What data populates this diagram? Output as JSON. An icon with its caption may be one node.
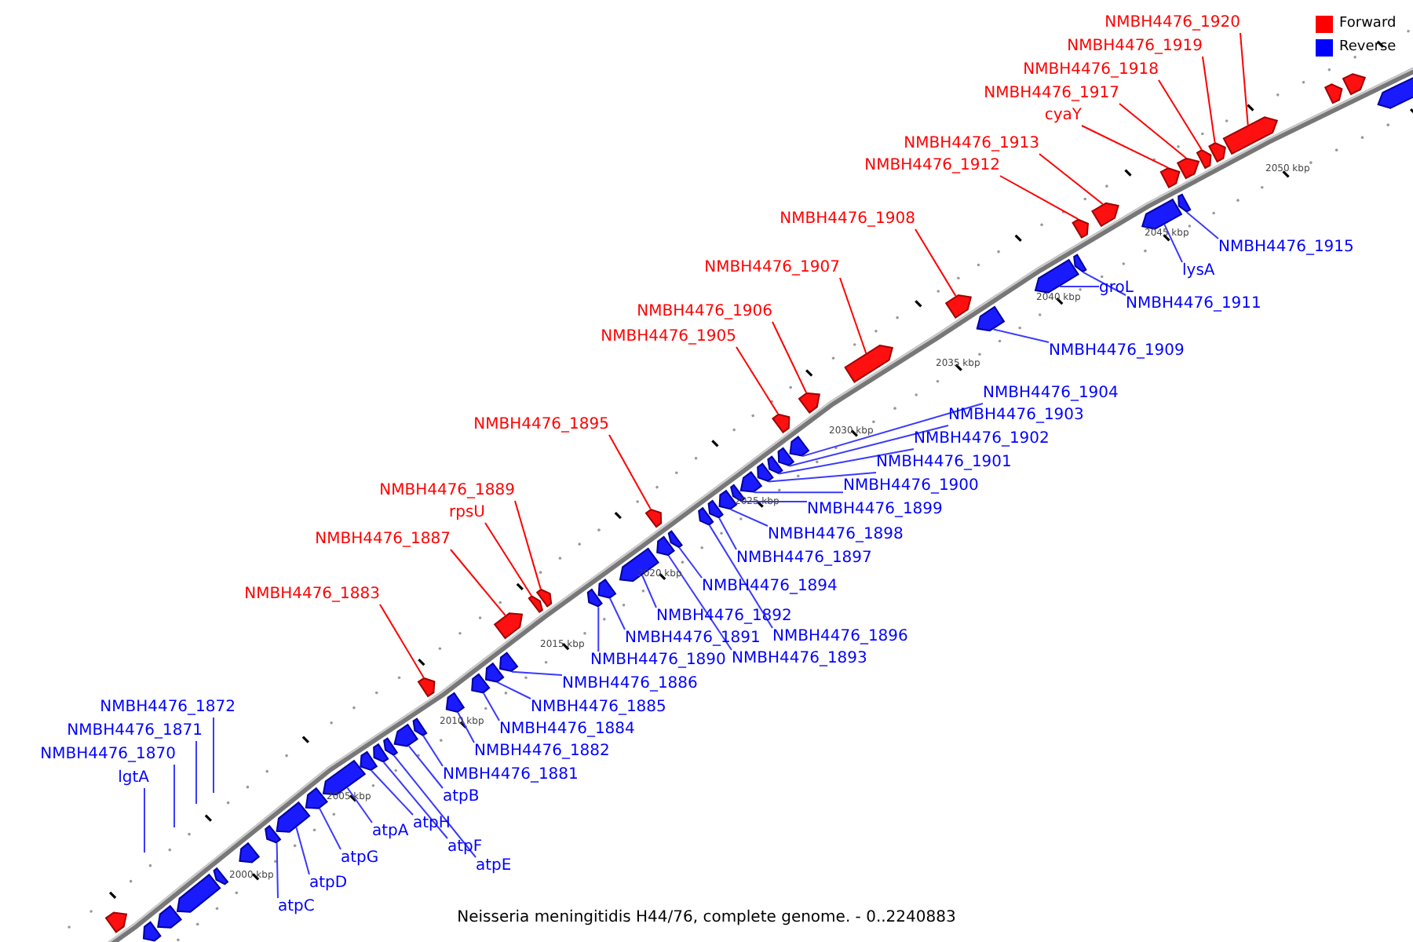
{
  "diagram": {
    "caption": "Neisseria meningitidis H44/76, complete genome. - 0..2240883",
    "nodes": [
      {
        "text": [
          "NMBH4476_1920"
        ]
      },
      {
        "text": [
          "NMBH4476_1919"
        ]
      },
      {
        "text": [
          "NMBH4476_1918"
        ]
      },
      {
        "text": [
          "NMBH4476_1917"
        ]
      },
      {
        "text": [
          "cyaY"
        ]
      },
      {
        "text": [
          "NMBH4476_1913"
        ]
      },
      {
        "text": [
          "NMBH4476_1912"
        ]
      },
      {
        "text": [
          "NMBH4476_1908"
        ]
      },
      {
        "text": [
          "NMBH4476_1915"
        ]
      },
      {
        "text": [
          "lysA"
        ]
      },
      {
        "text": [
          "NMBH4476_1907"
        ]
      },
      {
        "text": [
          "groL"
        ]
      },
      {
        "text": [
          "NMBH4476_1911"
        ]
      },
      {
        "text": [
          "NMBH4476_1906"
        ]
      },
      {
        "text": [
          "NMBH4476_1905"
        ]
      },
      {
        "text": [
          "NMBH4476_1909"
        ]
      },
      {
        "text": [
          "NMBH4476_1904"
        ]
      },
      {
        "text": [
          "NMBH4476_1903"
        ]
      },
      {
        "text": [
          "NMBH4476_1895"
        ]
      },
      {
        "text": [
          "NMBH4476_1902"
        ]
      },
      {
        "text": [
          "NMBH4476_1901"
        ]
      },
      {
        "text": [
          "NMBH4476_1900"
        ]
      },
      {
        "text": [
          "NMBH4476_1889"
        ]
      },
      {
        "text": [
          "NMBH4476_1899"
        ]
      },
      {
        "text": [
          "rpsU"
        ]
      },
      {
        "text": [
          "NMBH4476_1898"
        ]
      },
      {
        "text": [
          "NMBH4476_1887"
        ]
      },
      {
        "text": [
          "NMBH4476_1897"
        ]
      },
      {
        "text": [
          "NMBH4476_1894"
        ]
      },
      {
        "text": [
          "NMBH4476_1883"
        ]
      },
      {
        "text": [
          "NMBH4476_1892"
        ]
      },
      {
        "text": [
          "NMBH4476_1896"
        ]
      },
      {
        "text": [
          "NMBH4476_1891"
        ]
      },
      {
        "text": [
          "NMBH4476_1893"
        ]
      },
      {
        "text": [
          "NMBH4476_1890"
        ]
      },
      {
        "text": [
          "NMBH4476_1886"
        ]
      },
      {
        "text": [
          "NMBH4476_1885"
        ]
      },
      {
        "text": [
          "NMBH4476_1872"
        ]
      },
      {
        "text": [
          "NMBH4476_1884"
        ]
      },
      {
        "text": [
          "NMBH4476_1871"
        ]
      },
      {
        "text": [
          "NMBH4476_1882"
        ]
      },
      {
        "text": [
          "NMBH4476_1870"
        ]
      },
      {
        "text": [
          "NMBH4476_1881"
        ]
      },
      {
        "text": [
          "lgtA"
        ]
      },
      {
        "text": [
          "atpB"
        ]
      },
      {
        "text": [
          "atpH"
        ]
      },
      {
        "text": [
          "atpA"
        ]
      },
      {
        "text": [
          "atpF"
        ]
      },
      {
        "text": [
          "atpG"
        ]
      },
      {
        "text": [
          "atpE"
        ]
      },
      {
        "text": [
          "atpD"
        ]
      },
      {
        "text": [
          "atpC"
        ]
      },
      {
        "text": [],
        "shape": "pentagon"
      },
      {
        "text": [],
        "shape": "pentagon"
      },
      {
        "text": [],
        "shape": "pentagon"
      },
      {
        "text": [],
        "shape": "pentagon"
      },
      {
        "text": [],
        "shape": "pentagon"
      },
      {
        "text": [],
        "shape": "pentagon"
      },
      {
        "text": [],
        "shape": "pentagon"
      },
      {
        "text": [],
        "shape": "pentagon"
      },
      {
        "text": [],
        "shape": "pentagon"
      },
      {
        "text": [],
        "shape": "pentagon"
      },
      {
        "text": [],
        "shape": "pentagon"
      },
      {
        "text": [],
        "shape": "pentagon"
      },
      {
        "text": [],
        "shape": "pentagon"
      },
      {
        "text": [],
        "shape": "pentagon"
      },
      {
        "text": [],
        "shape": "pentagon"
      },
      {
        "text": [],
        "shape": "pentagon"
      },
      {
        "text": [],
        "shape": "pentagon"
      },
      {
        "text": [],
        "shape": "pentagon"
      },
      {
        "text": [],
        "shape": "pentagon"
      },
      {
        "text": [],
        "shape": "pentagon"
      },
      {
        "text": [],
        "shape": "pentagon"
      },
      {
        "text": [],
        "shape": "pentagon"
      },
      {
        "text": [],
        "shape": "pentagon"
      },
      {
        "text": [],
        "shape": "pentagon"
      },
      {
        "text": [],
        "shape": "pentagon"
      },
      {
        "text": [],
        "shape": "pentagon"
      },
      {
        "text": [],
        "shape": "pentagon"
      },
      {
        "text": [],
        "shape": "pentagon"
      },
      {
        "text": [],
        "shape": "pentagon"
      },
      {
        "text": [],
        "shape": "pentagon"
      },
      {
        "text": [],
        "shape": "pentagon"
      },
      {
        "text": [],
        "shape": "pentagon"
      },
      {
        "text": [],
        "shape": "pentagon"
      },
      {
        "text": [],
        "shape": "pentagon"
      },
      {
        "text": [],
        "shape": "pentagon"
      },
      {
        "text": [],
        "shape": "pentagon"
      },
      {
        "text": [],
        "shape": "pentagon"
      },
      {
        "text": [],
        "shape": "pentagon"
      },
      {
        "text": [],
        "shape": "pentagon"
      },
      {
        "text": [],
        "shape": "pentagon"
      },
      {
        "text": [],
        "shape": "pentagon"
      },
      {
        "text": [],
        "shape": "pentagon"
      },
      {
        "text": [],
        "shape": "pentagon"
      },
      {
        "text": [],
        "shape": "pentagon"
      },
      {
        "text": [],
        "shape": "pentagon"
      },
      {
        "text": [],
        "shape": "pentagon"
      },
      {
        "text": [],
        "shape": "pentagon"
      },
      {
        "text": [],
        "shape": "pentagon"
      },
      {
        "text": [],
        "shape": "pentagon"
      },
      {
        "text": [],
        "shape": "pentagon"
      },
      {
        "text": [],
        "shape": "pentagon"
      },
      {
        "text": [],
        "shape": "pentagon"
      },
      {
        "text": [],
        "shape": "pentagon"
      },
      {
        "text": [],
        "shape": "pentagon"
      },
      {
        "text": [],
        "shape": "pentagon"
      },
      {
        "text": [],
        "shape": "pentagon"
      },
      {
        "text": [],
        "shape": "pentagon"
      }
    ],
    "edges": [
      {
        "from": 0,
        "to": 105,
        "arrow": "none",
        "color": "#ff0000"
      },
      {
        "from": 1,
        "to": 104,
        "arrow": "none",
        "color": "#ff0000"
      },
      {
        "from": 2,
        "to": 103,
        "arrow": "none",
        "color": "#ff0000"
      },
      {
        "from": 3,
        "to": 102,
        "arrow": "none",
        "color": "#ff0000"
      },
      {
        "from": 4,
        "to": 100,
        "arrow": "none",
        "color": "#ff0000"
      },
      {
        "from": 5,
        "to": 98,
        "arrow": "none",
        "color": "#ff0000"
      },
      {
        "from": 6,
        "to": 97,
        "arrow": "none",
        "color": "#ff0000"
      },
      {
        "from": 7,
        "to": 93,
        "arrow": "none",
        "color": "#ff0000"
      },
      {
        "from": 8,
        "to": 101,
        "arrow": "none"
      },
      {
        "from": 9,
        "to": 99,
        "arrow": "none"
      },
      {
        "from": 10,
        "to": 92,
        "arrow": "none",
        "color": "#ff0000"
      },
      {
        "from": 11,
        "to": 95,
        "arrow": "none"
      },
      {
        "from": 12,
        "to": 96,
        "arrow": "none"
      },
      {
        "from": 13,
        "to": 91,
        "arrow": "none",
        "color": "#ff0000"
      },
      {
        "from": 14,
        "to": 90,
        "arrow": "none",
        "color": "#ff0000"
      },
      {
        "from": 15,
        "to": 94,
        "arrow": "none"
      },
      {
        "from": 16,
        "to": 89,
        "arrow": "none"
      },
      {
        "from": 17,
        "to": 88,
        "arrow": "none"
      },
      {
        "from": 18,
        "to": 79,
        "arrow": "none",
        "color": "#ff0000"
      },
      {
        "from": 19,
        "to": 87,
        "arrow": "none"
      },
      {
        "from": 20,
        "to": 86,
        "arrow": "none"
      },
      {
        "from": 21,
        "to": 85,
        "arrow": "none"
      },
      {
        "from": 22,
        "to": 74,
        "arrow": "none",
        "color": "#ff0000"
      },
      {
        "from": 23,
        "to": 84,
        "arrow": "none"
      },
      {
        "from": 24,
        "to": 73,
        "arrow": "none",
        "color": "#ff0000"
      },
      {
        "from": 25,
        "to": 83,
        "arrow": "none"
      },
      {
        "from": 26,
        "to": 72,
        "arrow": "none",
        "color": "#ff0000"
      },
      {
        "from": 27,
        "to": 82,
        "arrow": "none"
      },
      {
        "from": 28,
        "to": 80,
        "arrow": "none"
      },
      {
        "from": 29,
        "to": 67,
        "arrow": "none",
        "color": "#ff0000"
      },
      {
        "from": 30,
        "to": 77,
        "arrow": "none"
      },
      {
        "from": 31,
        "to": 81,
        "arrow": "none"
      },
      {
        "from": 32,
        "to": 76,
        "arrow": "none"
      },
      {
        "from": 33,
        "to": 78,
        "arrow": "none"
      },
      {
        "from": 34,
        "to": 75,
        "arrow": "none"
      },
      {
        "from": 35,
        "to": 71,
        "arrow": "none"
      },
      {
        "from": 36,
        "to": 70,
        "arrow": "none"
      },
      {
        "from": 37,
        "to": null,
        "arrow": "none"
      },
      {
        "from": 38,
        "to": 69,
        "arrow": "none"
      },
      {
        "from": 39,
        "to": null,
        "arrow": "none"
      },
      {
        "from": 40,
        "to": 68,
        "arrow": "none"
      },
      {
        "from": 41,
        "to": null,
        "arrow": "none"
      },
      {
        "from": 42,
        "to": 66,
        "arrow": "none"
      },
      {
        "from": 43,
        "to": null,
        "arrow": "none"
      },
      {
        "from": 44,
        "to": 65,
        "arrow": "none"
      },
      {
        "from": 45,
        "to": 62,
        "arrow": "none"
      },
      {
        "from": 46,
        "to": 61,
        "arrow": "none"
      },
      {
        "from": 47,
        "to": 63,
        "arrow": "none"
      },
      {
        "from": 48,
        "to": 60,
        "arrow": "none"
      },
      {
        "from": 49,
        "to": 64,
        "arrow": "none"
      },
      {
        "from": 50,
        "to": 59,
        "arrow": "none"
      },
      {
        "from": 51,
        "to": 58,
        "arrow": "none"
      }
    ],
    "labels": [
      "2050 kbp",
      "2045 kbp",
      "2040 kbp",
      "2035 kbp",
      "2030 kbp",
      "2025 kbp",
      "2020 kbp",
      "2015 kbp",
      "2010 kbp",
      "2005 kbp",
      "2000 kbp"
    ],
    "legend": [
      {
        "text": "Forward",
        "color": "#ff0000"
      },
      {
        "text": "Reverse",
        "color": "#0000ff"
      }
    ]
  }
}
